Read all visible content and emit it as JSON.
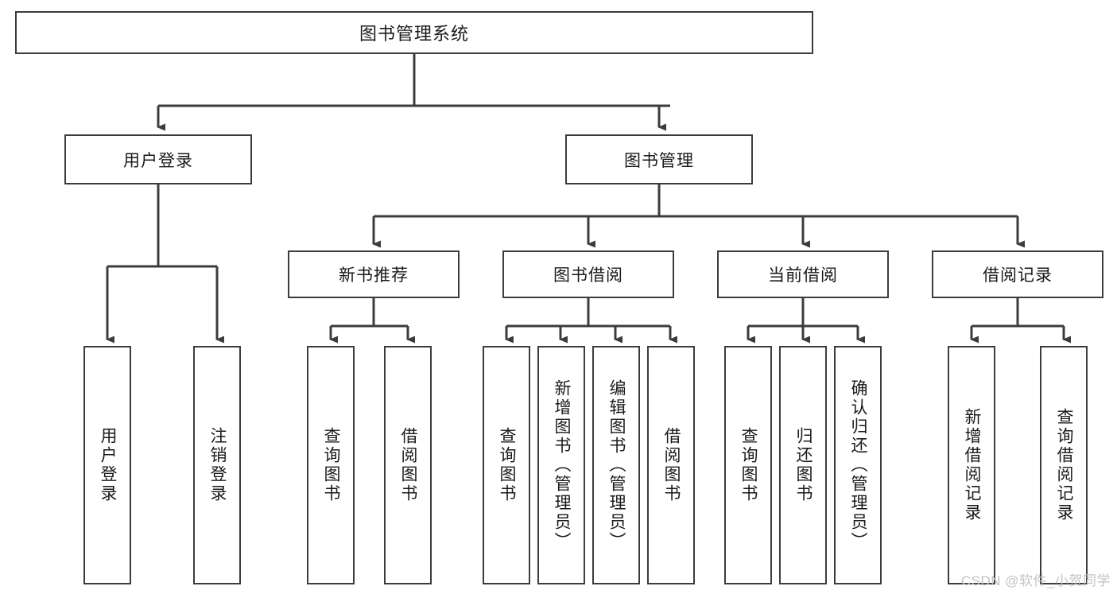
{
  "diagram": {
    "title": "图书管理系统",
    "root": {
      "label": "图书管理系统"
    },
    "level2": [
      {
        "label": "用户登录"
      },
      {
        "label": "图书管理"
      }
    ],
    "level3": [
      {
        "label": "新书推荐"
      },
      {
        "label": "图书借阅"
      },
      {
        "label": "当前借阅"
      },
      {
        "label": "借阅记录"
      }
    ],
    "leaves": {
      "user_login": [
        {
          "label": "用户登录"
        },
        {
          "label": "注销登录"
        }
      ],
      "new_book_recommend": [
        {
          "label": "查询图书"
        },
        {
          "label": "借阅图书"
        }
      ],
      "book_borrow": [
        {
          "label": "查询图书"
        },
        {
          "label": "新增图书（管理员）"
        },
        {
          "label": "编辑图书（管理员）"
        },
        {
          "label": "借阅图书"
        }
      ],
      "current_borrow": [
        {
          "label": "查询图书"
        },
        {
          "label": "归还图书"
        },
        {
          "label": "确认归还（管理员）"
        }
      ],
      "borrow_record": [
        {
          "label": "新增借阅记录"
        },
        {
          "label": "查询借阅记录"
        }
      ]
    }
  },
  "watermark": {
    "text": "CSDN @软件_小贺同学"
  },
  "colors": {
    "border": "#3c3c3c",
    "text": "#1a1a1a",
    "background": "#ffffff",
    "watermark": "#c3c3c3"
  }
}
